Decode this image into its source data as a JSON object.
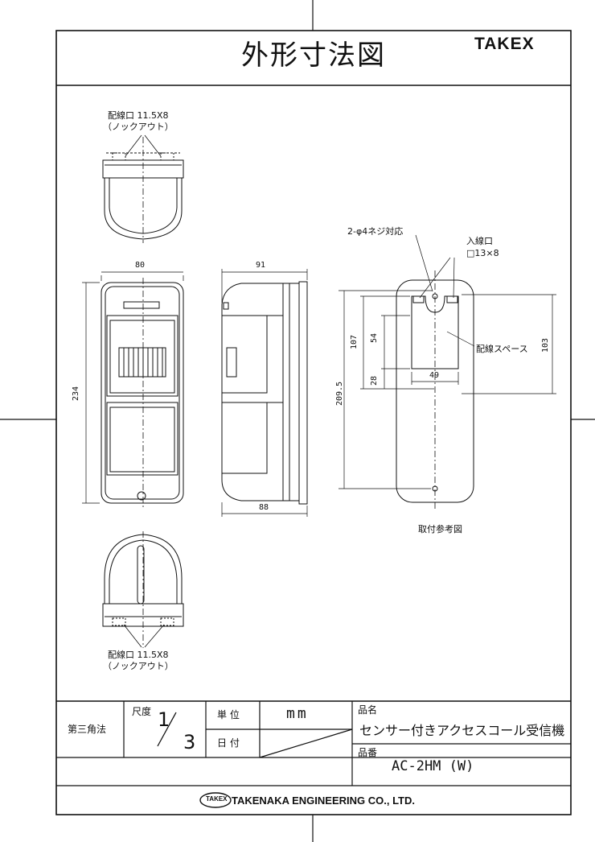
{
  "drawing": {
    "title": "外形寸法図",
    "brand": "TAKEX"
  },
  "top_view": {
    "callout_1": "配線口 11.5X8",
    "callout_2": "（ノックアウト）"
  },
  "front_view": {
    "width_label": "80",
    "height_label": "234"
  },
  "side_view": {
    "top_width_label": "91",
    "bottom_width_label": "88"
  },
  "bottom_view": {
    "callout_1": "配線口 11.5X8",
    "callout_2": "（ノックアウト）"
  },
  "mounting_view": {
    "screw_label": "2-φ4ネジ対応",
    "inlet_label_1": "入線口",
    "inlet_label_2": "□13×8",
    "wiring_space_label": "配線スペース",
    "dim_107": "107",
    "dim_54": "54",
    "dim_28": "28",
    "dim_209": "209.5",
    "dim_49": "49",
    "dim_103": "103",
    "caption": "取付参考図"
  },
  "title_block": {
    "projection": "第三角法",
    "scale_label": "尺度",
    "scale_num": "1",
    "scale_den": "3",
    "unit_label": "単 位",
    "unit_value": "mm",
    "date_label": "日 付",
    "product_name_label": "品名",
    "product_name": "センサー付きアクセスコール受信機",
    "part_no_label": "品番",
    "part_no": "AC-2HM (W)",
    "logo_text": "TAKEX",
    "company": "TAKENAKA ENGINEERING CO., LTD."
  }
}
